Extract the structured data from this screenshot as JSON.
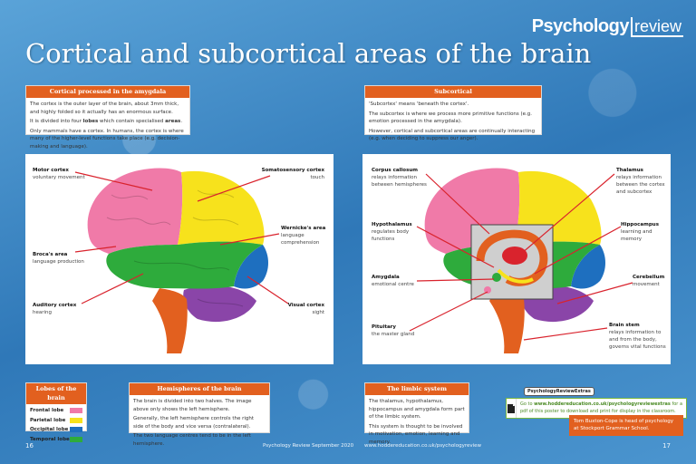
{
  "masthead": {
    "brand": "Psychology",
    "suffix": "review"
  },
  "title": "Cortical and subcortical areas of the brain",
  "boxes": {
    "amygdala": {
      "heading": "Cortical processed in the amygdala",
      "p1": "The cortex is the outer layer of the brain, about 3mm thick, and highly folded so it actually has an enormous surface.",
      "p2a": "It is divided into four ",
      "p2b": "lobes",
      "p2c": " which contain specialised ",
      "p2d": "areas",
      "p2e": ".",
      "p3": "Only mammals have a cortex. In humans, the cortex is where many of the higher-level functions take place (e.g. decision-making and language)."
    },
    "subcortical": {
      "heading": "Subcortical",
      "p1": "'Subcortex' means 'beneath the cortex'.",
      "p2": "The subcortex is where we process more primitive functions (e.g. emotion processed in the amygdala).",
      "p3": "However, cortical and subcortical areas are continually interacting (e.g. when deciding to suppress our anger)."
    },
    "lobes": {
      "heading": "Lobes of the brain",
      "items": [
        {
          "label": "Frontal lobe",
          "color": "#f07aa8"
        },
        {
          "label": "Parietal lobe",
          "color": "#f7e21c"
        },
        {
          "label": "Occipital lobe",
          "color": "#1e6fbf"
        },
        {
          "label": "Temporal lobe",
          "color": "#2eab3c"
        }
      ]
    },
    "hemispheres": {
      "heading": "Hemispheres of the brain",
      "p1": "The brain is divided into two halves. The image above only shows the left hemisphere.",
      "p2": "Generally, the left hemisphere controls the right side of the body and vice versa (contralateral).",
      "p3": "The two language centres tend to be in the left hemisphere."
    },
    "limbic": {
      "heading": "The limbic system",
      "p1": "The thalamus, hypothalamus, hippocampus and amygdala form part of the limbic system.",
      "p2": "This system is thought to be involved in motivation, emotion, learning and memory."
    }
  },
  "cortical_labels": {
    "motor": {
      "name": "Motor cortex",
      "desc": "voluntary movement"
    },
    "somato": {
      "name": "Somatosensory cortex",
      "desc": "touch"
    },
    "wernicke": {
      "name": "Wernicke's area",
      "desc1": "language",
      "desc2": "comprehension"
    },
    "broca": {
      "name": "Broca's area",
      "desc": "language production"
    },
    "auditory": {
      "name": "Auditory cortex",
      "desc": "hearing"
    },
    "visual": {
      "name": "Visual cortex",
      "desc": "sight"
    }
  },
  "subcortical_labels": {
    "corpus": {
      "name": "Corpus callosum",
      "desc1": "relays information",
      "desc2": "between hemispheres"
    },
    "thalamus": {
      "name": "Thalamus",
      "desc1": "relays information",
      "desc2": "between the cortex",
      "desc3": "and subcortex"
    },
    "hypothalamus": {
      "name": "Hypothalamus",
      "desc1": "regulates body",
      "desc2": "functions"
    },
    "hippocampus": {
      "name": "Hippocampus",
      "desc1": "learning and",
      "desc2": "memory"
    },
    "amygdala": {
      "name": "Amygdala",
      "desc": "emotional centre"
    },
    "cerebellum": {
      "name": "Cerebellum",
      "desc": "movement"
    },
    "pituitary": {
      "name": "Pituitary",
      "desc": "the master gland"
    },
    "brainstem": {
      "name": "Brain stem",
      "desc1": "relays information to",
      "desc2": "and from the body,",
      "desc3": "governs vital functions"
    }
  },
  "online": {
    "tag": "PsychologyReviewExtras",
    "text_a": "Go to ",
    "text_link": "www.hoddereducation.co.uk/psychologyreviewextras",
    "text_b": " for a pdf of this poster to download and print for display in the classroom."
  },
  "author": "Tom Buxton-Cope is head of psychology at Stockport Grammar School.",
  "footer": {
    "page_left": "16",
    "page_right": "17",
    "issue": "Psychology Review  September 2020",
    "url": "www.hoddereducation.co.uk/psychologyreview"
  },
  "colors": {
    "frontal": "#f07aa8",
    "parietal": "#f7e21c",
    "occipital": "#1e6fbf",
    "temporal": "#2eab3c",
    "cerebellum": "#8a45a8",
    "stem": "#e2601f",
    "accent": "#e2601f"
  }
}
